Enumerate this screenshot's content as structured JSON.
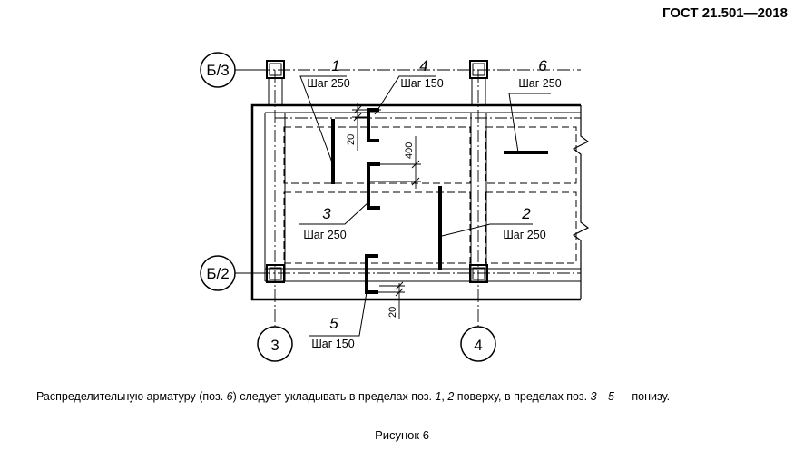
{
  "header": {
    "standard": "ГОСТ 21.501—2018"
  },
  "axes": {
    "row_top": "Б/3",
    "row_bottom": "Б/2",
    "col_left": "3",
    "col_right": "4"
  },
  "positions": [
    {
      "num": "1",
      "step": "Шаг 250"
    },
    {
      "num": "2",
      "step": "Шаг 250"
    },
    {
      "num": "3",
      "step": "Шаг 250"
    },
    {
      "num": "4",
      "step": "Шаг 150"
    },
    {
      "num": "5",
      "step": "Шаг 150"
    },
    {
      "num": "6",
      "step": "Шаг 250"
    }
  ],
  "dimensions": {
    "d20_top": "20",
    "d400": "400",
    "d20_bottom": "20"
  },
  "note": {
    "p1": "Распределительную арматуру (поз. ",
    "i1": "6",
    "p2": ") следует укладывать в пределах поз. ",
    "i2": "1",
    "p3": ", ",
    "i3": "2",
    "p4": " поверху, в пределах поз. ",
    "i4": "3—5",
    "p5": " — понизу."
  },
  "caption": "Рисунок 6"
}
